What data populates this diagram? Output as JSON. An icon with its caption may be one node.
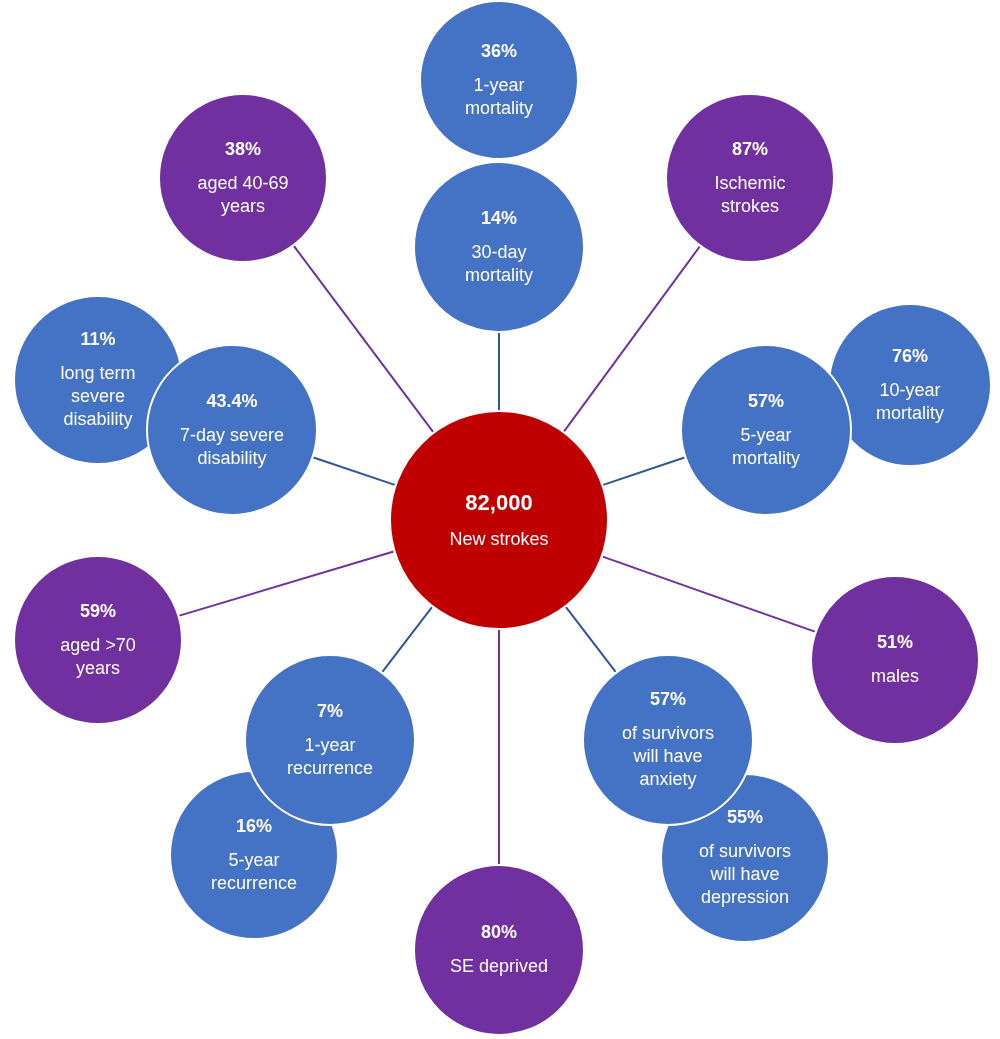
{
  "diagram": {
    "nodes": [
      {
        "text": [
          "36%",
          "1-year mortality"
        ]
      },
      {
        "text": [
          "14%",
          "30-day mortality"
        ]
      },
      {
        "text": [
          "38%",
          "aged 40-69 years"
        ]
      },
      {
        "text": [
          "87%",
          "Ischemic strokes"
        ]
      },
      {
        "text": [
          "11%",
          "long term severe disability"
        ]
      },
      {
        "text": [
          "43.4%",
          "7-day severe disability"
        ]
      },
      {
        "text": [
          "76%",
          "10-year mortality"
        ]
      },
      {
        "text": [
          "57%",
          "5-year mortality"
        ]
      },
      {
        "text": [
          "82,000",
          "New strokes"
        ]
      },
      {
        "text": [
          "59%",
          "aged >70 years"
        ]
      },
      {
        "text": [
          "51%",
          "males"
        ]
      },
      {
        "text": [
          "7%",
          "1-year recurrence"
        ]
      },
      {
        "text": [
          "57%",
          "of survivors will have anxiety"
        ]
      },
      {
        "text": [
          "16%",
          "5-year recurrence"
        ]
      },
      {
        "text": [
          "55%",
          "of survivors will have depression"
        ]
      },
      {
        "text": [
          "80%",
          "SE deprived"
        ]
      }
    ],
    "edges": [
      {
        "from": 8,
        "to": 1,
        "arrow": "none"
      },
      {
        "from": 8,
        "to": 2,
        "arrow": "none",
        "color": "#7030a0"
      },
      {
        "from": 8,
        "to": 3,
        "arrow": "none",
        "color": "#7030a0"
      },
      {
        "from": 8,
        "to": 5,
        "arrow": "none"
      },
      {
        "from": 8,
        "to": 7,
        "arrow": "none"
      },
      {
        "from": 8,
        "to": 9,
        "arrow": "none",
        "color": "#7030a0"
      },
      {
        "from": 8,
        "to": 10,
        "arrow": "none",
        "color": "#7030a0"
      },
      {
        "from": 8,
        "to": 11,
        "arrow": "none"
      },
      {
        "from": 8,
        "to": 12,
        "arrow": "none"
      },
      {
        "from": 8,
        "to": 15,
        "arrow": "none",
        "color": "#7030a0"
      }
    ]
  }
}
